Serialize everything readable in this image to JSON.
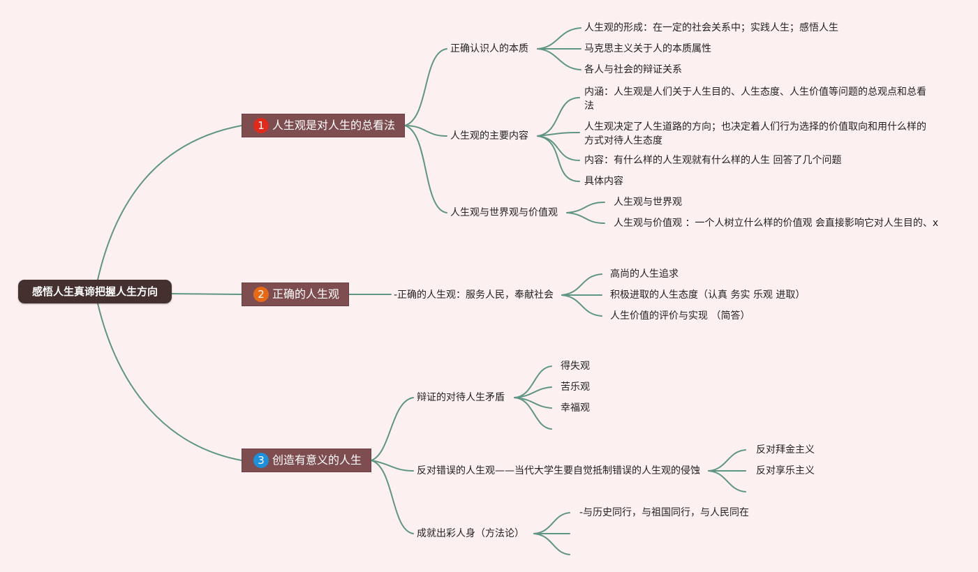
{
  "colors": {
    "background": "#fdf0f0",
    "root_fill": "#43302f",
    "branch_fill": "#7d4d50",
    "link": "#5f9585",
    "badge_1": "#e02a1c",
    "badge_2": "#e66a16",
    "badge_3": "#1e8fd8"
  },
  "root": {
    "label": "感悟人生真谛把握人生方向"
  },
  "branches": [
    {
      "number": "1",
      "label": "人生观是对人生的总看法",
      "children": [
        {
          "label": "正确认识人的本质",
          "children": [
            "人生观的形成：在一定的社会关系中；实践人生；感悟人生",
            "马克思主义关于人的本质属性",
            "各人与社会的辩证关系"
          ]
        },
        {
          "label": "人生观的主要内容",
          "children": [
            "内涵：人生观是人们关于人生目的、人生态度、人生价值等问题的总观点和总看法",
            "人生观决定了人生道路的方向；也决定着人们行为选择的价值取向和用什么样的方式对待人生态度",
            "内容：有什么样的人生观就有什么样的人生 回答了几个问题",
            "具体内容"
          ]
        },
        {
          "label": "人生观与世界观与价值观",
          "children": [
            "人生观与世界观",
            "人生观与价值观 ：一个人树立什么样的价值观 会直接影响它对人生目的、x"
          ]
        }
      ]
    },
    {
      "number": "2",
      "label": "正确的人生观",
      "children": [
        {
          "label": "-正确的人生观：服务人民，奉献社会",
          "children": [
            "高尚的人生追求",
            "积极进取的人生态度（认真 务实 乐观 进取）",
            "人生价值的评价与实现 （简答）"
          ]
        }
      ]
    },
    {
      "number": "3",
      "label": "创造有意义的人生",
      "children": [
        {
          "label": "辩证的对待人生矛盾",
          "children": [
            "得失观",
            "苦乐观",
            "幸福观",
            ""
          ]
        },
        {
          "label": "反对错误的人生观——当代大学生要自觉抵制错误的人生观的侵蚀",
          "children": [
            "反对拜金主义",
            "反对享乐主义",
            ""
          ]
        },
        {
          "label": "成就出彩人身（方法论）",
          "children": [
            "-与历史同行，与祖国同行，与人民同在",
            "",
            ""
          ]
        }
      ]
    }
  ]
}
